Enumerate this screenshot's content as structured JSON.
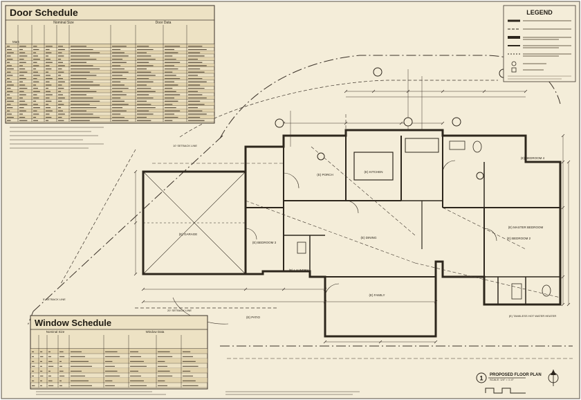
{
  "sheet": {
    "background_color": "#f4edd9",
    "line_color": "#3a3128",
    "border_color": "#8a8478"
  },
  "door_schedule": {
    "title": "Door Schedule",
    "group_nominal_size": "Nominal Size",
    "group_door_data": "Door Data",
    "col_mark": "Mark",
    "row_count": 24
  },
  "window_schedule": {
    "title": "Window Schedule",
    "group_nominal_size": "Nominal Size",
    "group_window_data": "Window Data",
    "row_count": 8
  },
  "legend": {
    "title": "LEGEND"
  },
  "labels": {
    "setback_line_left": "5' SETBACK LINE",
    "setback_line_bottom": "20' SETBACK LINE",
    "setback_line_top": "10' SETBACK LINE",
    "garage": "(E) GARAGE",
    "family": "(E) FAMILY",
    "patio": "(E) PATIO",
    "laundry": "(E) LAUNDRY",
    "bedroom_2": "(E) BEDROOM 2",
    "bedroom_3": "(E) BEDROOM 3",
    "bedroom_4": "(E) BEDROOM 4",
    "master_bedroom": "(E) MASTER BEDROOM",
    "dining": "(E) DINING",
    "kitchen": "(E) KITCHEN",
    "porch": "(E) PORCH",
    "tankless_heater": "(E) TANKLESS HOT WATER HEATER"
  },
  "title_block": {
    "detail_number": "1",
    "drawing_title": "PROPOSED FLOOR PLAN",
    "scale_text": "SCALE: 1/4\" = 1'-0\""
  }
}
